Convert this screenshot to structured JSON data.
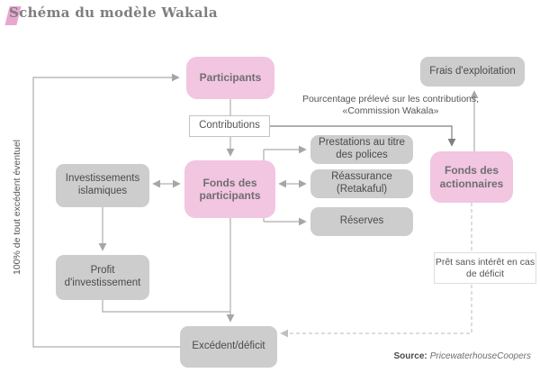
{
  "title": "Schéma du modèle Wakala",
  "nodes": {
    "participants": "Participants",
    "contributions": "Contributions",
    "frais_exploitation": "Frais d'exploitation",
    "investissements_islamiques": "Investissements islamiques",
    "fonds_participants": "Fonds des participants",
    "prestations_polices": "Prestations au titre des polices",
    "reassurance_retakaful": "Réassurance (Retakaful)",
    "reserves": "Réserves",
    "fonds_actionnaires": "Fonds des actionnaires",
    "profit_investissement": "Profit d'investissement",
    "pret_sans_interet": "Prêt sans intérêt en cas de déficit",
    "excedent_deficit": "Excédent/déficit"
  },
  "annotations": {
    "commission_wakala": "Pourcentage prélevé sur les contributions, «Commission Wakala»",
    "excedent_eventuel": "100% de tout excédent éventuel"
  },
  "source": {
    "label": "Source:",
    "value": "PricewaterhouseCoopers"
  },
  "colors": {
    "node_pink": "#F2C5E1",
    "node_gray": "#CDCDCD",
    "accent_pink": "#E9A7D0",
    "line_light": "#ADADAD",
    "line_dark": "#7F7F7F",
    "line_dashed": "#C6C6C6",
    "text_gray": "#555555"
  }
}
